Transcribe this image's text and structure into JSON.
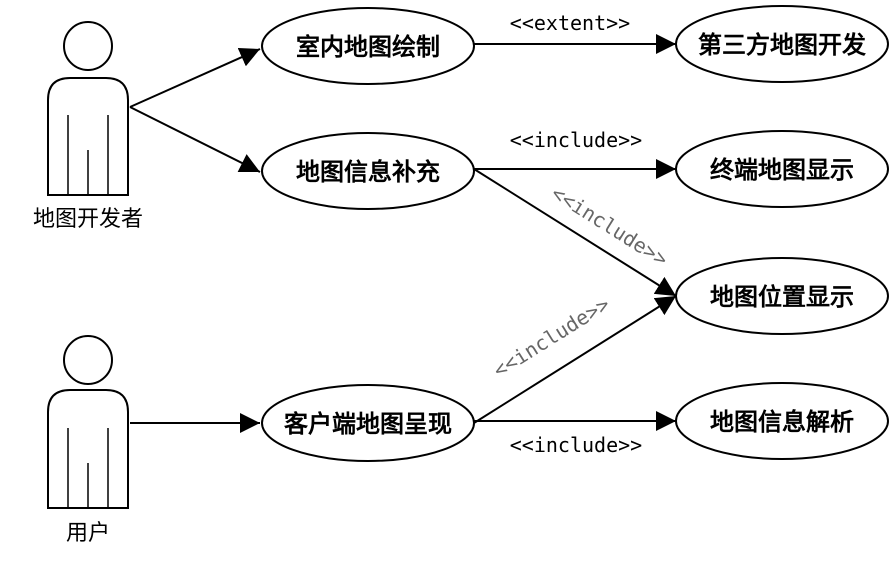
{
  "actors": {
    "developer": {
      "label": "地图开发者"
    },
    "user": {
      "label": "用户"
    }
  },
  "use_cases": {
    "indoor_mapping": "室内地图绘制",
    "third_party_dev": "第三方地图开发",
    "map_info_supplement": "地图信息补充",
    "terminal_display": "终端地图显示",
    "location_display": "地图位置显示",
    "client_render": "客户端地图呈现",
    "info_parse": "地图信息解析"
  },
  "relations": {
    "extent": "<<extent>>",
    "include_terminal": "<<include>>",
    "include_location_from_supplement": "<<include>>",
    "include_location_from_client": "<<include>>",
    "include_parse": "<<include>>"
  },
  "colors": {
    "stroke": "#000000",
    "gray_label": "#666666"
  }
}
